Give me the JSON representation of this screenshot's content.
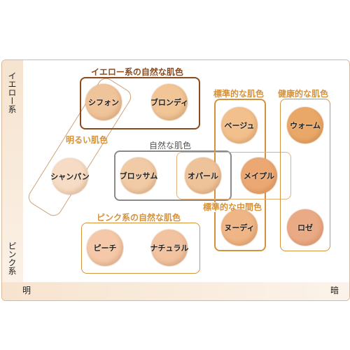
{
  "axes": {
    "y_top": "イエロー系",
    "y_bottom": "ピンク系",
    "x_left": "明",
    "x_right": "暗"
  },
  "groups": {
    "yellow_natural": "イエロー系の自然な肌色",
    "bright": "明るい肌色",
    "natural": "自然な肌色",
    "standard": "標準的な肌色",
    "healthy": "健康的な肌色",
    "standard_mid": "標準的な中間色",
    "pink_natural": "ピンク系の自然な肌色"
  },
  "shades": {
    "chiffon": {
      "label": "シフォン",
      "color": "#f0c49a"
    },
    "blondie": {
      "label": "ブロンディ",
      "color": "#f1c596"
    },
    "beige": {
      "label": "ベージュ",
      "color": "#f2c08c"
    },
    "warm": {
      "label": "ウォーム",
      "color": "#eaa868"
    },
    "champagne": {
      "label": "シャンパン",
      "color": "#f6dcc4"
    },
    "blossom": {
      "label": "ブロッサム",
      "color": "#f1cba6"
    },
    "opal": {
      "label": "オパール",
      "color": "#efc39a"
    },
    "maple": {
      "label": "メイプル",
      "color": "#eca873"
    },
    "nudie": {
      "label": "ヌーディ",
      "color": "#efb585"
    },
    "rose": {
      "label": "ロゼ",
      "color": "#eaaa86"
    },
    "peach": {
      "label": "ピーチ",
      "color": "#f4c8a8"
    },
    "natural": {
      "label": "ナチュラル",
      "color": "#f2c3a0"
    }
  },
  "colors": {
    "yellow_group": "#8b4a1e",
    "bright_group": "#cfa37a",
    "natural_group": "#8a8a8a",
    "standard_group": "#d4923c",
    "pink_group": "#d4923c",
    "label_orange": "#d4923c",
    "label_brown": "#8b4a1e",
    "label_gray": "#555555"
  }
}
